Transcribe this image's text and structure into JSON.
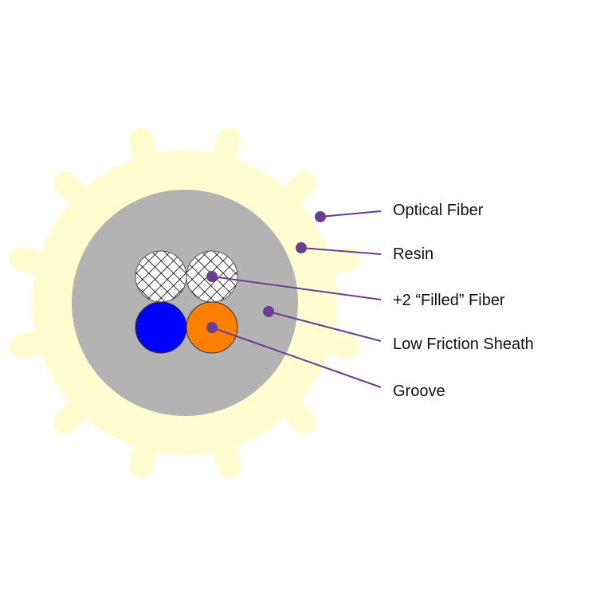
{
  "colors": {
    "background": "#ffffff",
    "outer_jacket": "#fffdd0",
    "sheath": "#b3b3b3",
    "filled_fiber_fill": "#ffffff",
    "filled_fiber_hatch": "#000000",
    "fiber_blue": "#0000ff",
    "fiber_orange": "#ff8000",
    "leader": "#6a3d8f"
  },
  "labels": {
    "optical_fiber": "Optical Fiber",
    "resin": "Resin",
    "filled_fiber": "+2 “Filled” Fiber",
    "low_friction_sheath": "Low Friction Sheath",
    "groove": "Groove"
  }
}
